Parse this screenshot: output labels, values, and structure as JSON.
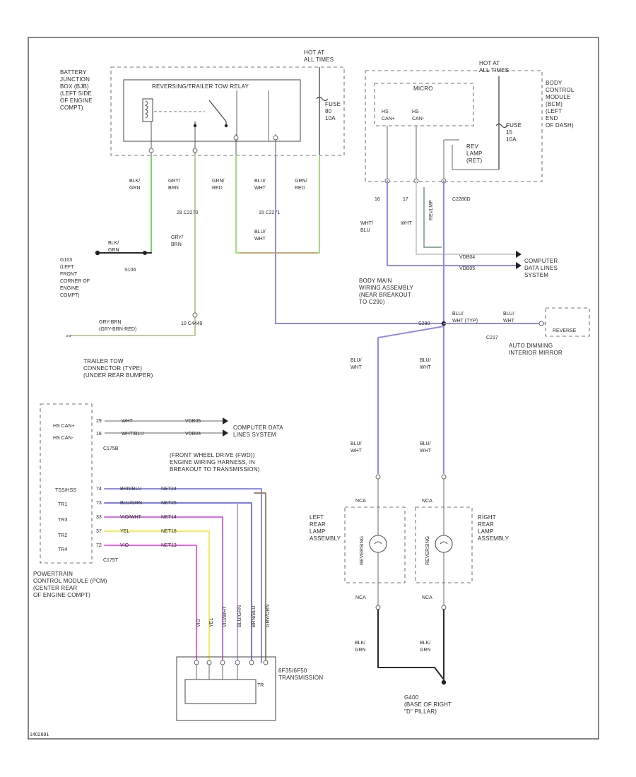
{
  "colors": {
    "black": "#2b2b2b",
    "green": "#7fcf6e",
    "grey": "#c9c6a0",
    "blue": "#7d7be0",
    "yellow": "#f0ec60",
    "magenta": "#f060e8",
    "brown": "#9b8670",
    "grey_green": "#6e8f7a"
  },
  "labels": {
    "bjb": "BATTERY\nJUNCTION\nBOX (BJB)\n(LEFT SIDE\nOF ENGINE\nCOMPT)",
    "relay": "REVERSING/TRAILER TOW RELAY",
    "hot_at_all_times_1": "HOT AT\nALL TIMES",
    "fuse_1": "FUSE\n80\n10A",
    "hot_at_all_times_2": "HOT AT\nALL TIMES",
    "bcm": "BODY\nCONTROL\nMODULE\n(BCM)\n(LEFT\nEND\nOF DASH)",
    "micro": "MICRO",
    "hs_can_plus": "HS\nCAN+",
    "hs_can_minus": "HS\nCAN-",
    "fuse_2": "FUSE\n15\n10A",
    "rev_lamp": "REV\nLAMP\n(RET)",
    "w_blk_grn": "BLK/\nGRN",
    "w_gry_brn": "GRY/\nBRN",
    "w_grn_red_1": "GRN/\nRED",
    "w_blu_wht_1": "BLU/\nWHT",
    "w_grn_red_2": "GRN/\nRED",
    "c2270": "28  C2270",
    "c2271": "15  C2271",
    "pin_16": "16",
    "pin_17": "17",
    "c2280d": "C2280D",
    "w_wht_blu": "WHT/\nBLU",
    "w_wht": "WHT",
    "g103_text": "G103\n(LEFT\nFRONT\nCORNER OF\nENGINE\nCOMPT)",
    "w_blk_grn_h": "BLK/\nGRN",
    "s106": "S106",
    "w_gry_brn_2": "GRY/\nBRN",
    "w_blu_wht_2": "BLU/\nWHT",
    "c4449": "10  C4449",
    "trailer_wire": "GRY-BRN\n(GRY-BRN-RED)",
    "trailer_conn": "TRAILER TOW\nCONNECTOR (TYPE)\n(UNDER REAR BUMPER)",
    "vdb04": "VDB04",
    "vdb05": "VDB05",
    "cds_1": "COMPUTER\nDATA LINES\nSYSTEM",
    "body_harness": "BODY MAIN\nWIRING ASSEMBLY\n(NEAR BREAKOUT\nTO C290)",
    "s280": "S280",
    "w_blu_wht_3": "BLU/\nWHT (TYP)",
    "w_blu_wht_4": "BLU/\nWHT",
    "c217": "C217",
    "reverse_short": "REVERSE",
    "auto_dim": "AUTO DIMMING\nINTERIOR MIRROR",
    "w_blu_wht_5": "BLU/\nWHT",
    "w_blu_wht_6": "BLU/\nWHT",
    "w_blu_wht_7": "BLU/\nWHT",
    "w_blu_wht_8": "BLU/\nWHT",
    "pcm_hs_can_plus": "HS CAN+",
    "pcm_hs_can_minus": "HS CAN-",
    "pin_29": "29",
    "pin_18": "18",
    "pcm_wht": "WHT",
    "pcm_wht_blu": "WHT/BLU",
    "vdb05_b": "VDB05",
    "vdb04_b": "VDB04",
    "cds_2": "COMPUTER DATA\nLINES SYSTEM",
    "c175b": "C175B",
    "fwd_harness": "(FRONT WHEEL DRIVE (FWD))\nENGINE WIRING HARNESS, IN\nBREAKOUT TO TRANSMISSION)",
    "tss_hss": "TSS/HSS",
    "tr1": "TR1",
    "tr2": "TR2",
    "tr3": "TR3",
    "tr4": "TR4",
    "p_74": "74",
    "p_73": "73",
    "p_33": "33",
    "p_37": "37",
    "p_72": "72",
    "w_brnblu": "BRN/BLU",
    "w_blugrn": "BLU/GRN",
    "w_vio_wht": "VIO/WHT",
    "w_yel": "YEL",
    "w_vio": "VIO",
    "cn_1": "NET24",
    "cn_2": "NET25",
    "cn_3": "NET14",
    "cn_4": "NET18",
    "cn_5": "NET13",
    "c175t": "C175T",
    "pcm_text": "POWERTRAIN\nCONTROL MODULE (PCM)\n(CENTER REAR\nOF ENGINE COMPT)",
    "v_vio": "VIO",
    "v_yel": "YEL",
    "v_violwht": "VIO/WHT",
    "v_blugrn": "BLU/GRN",
    "v_brnblu": "BRN/BLU",
    "v_gryorn": "GRY/ORN",
    "trans": "6F35/6F50\nTRANSMISSION",
    "tr_box": "TR",
    "lr_lamp": "LEFT\nREAR\nLAMP\nASSEMBLY",
    "rr_lamp": "RIGHT\nREAR\nLAMP\nASSEMBLY",
    "nca_1": "NCA",
    "nca_2": "NCA",
    "nca_3": "NCA",
    "nca_4": "NCA",
    "reversing_l": "REVERSING",
    "reversing_r": "REVERSING",
    "w_blk_grn_l": "BLK/\nGRN",
    "w_blk_grn_r": "BLK/\nGRN",
    "g400": "G400\n(BASE OF RIGHT\n\"D\" PILLAR)",
    "code": "1402691"
  }
}
